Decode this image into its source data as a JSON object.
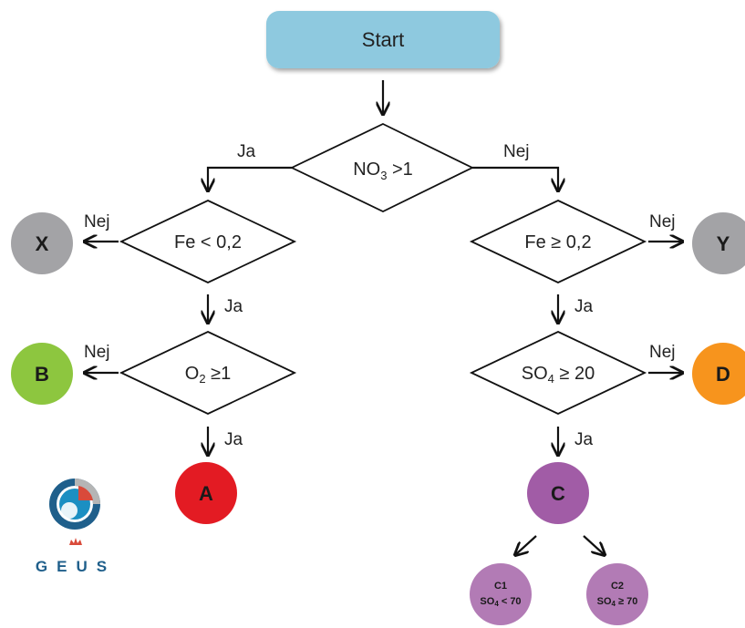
{
  "start": {
    "label": "Start",
    "color": "#8ec9df"
  },
  "decisions": {
    "no3": {
      "text": "NO",
      "sub": "3",
      "tail": " >1"
    },
    "fe_left": {
      "text": "Fe < 0,2"
    },
    "fe_right": {
      "text": "Fe ≥ 0,2"
    },
    "o2": {
      "text": "O",
      "sub": "2",
      "tail": " ≥1"
    },
    "so4": {
      "text": "SO",
      "sub": "4",
      "tail": " ≥ 20"
    }
  },
  "edge_labels": {
    "no3_left": "Ja",
    "no3_right": "Nej",
    "fe_left_no": "Nej",
    "fe_left_yes": "Ja",
    "fe_right_no": "Nej",
    "fe_right_yes": "Ja",
    "o2_no": "Nej",
    "o2_yes": "Ja",
    "so4_no": "Nej",
    "so4_yes": "Ja"
  },
  "outcomes": {
    "x": {
      "label": "X",
      "color": "#a3a3a6"
    },
    "y": {
      "label": "Y",
      "color": "#a3a3a6"
    },
    "b": {
      "label": "B",
      "color": "#8dc63f"
    },
    "d": {
      "label": "D",
      "color": "#f7941d"
    },
    "a": {
      "label": "A",
      "color": "#e31b23"
    },
    "c": {
      "label": "C",
      "color": "#a15ca6"
    },
    "c1": {
      "title": "C1",
      "cond_main": "SO",
      "cond_sub": "4",
      "cond_tail": " < 70",
      "color": "#b27bb5"
    },
    "c2": {
      "title": "C2",
      "cond_main": "SO",
      "cond_sub": "4",
      "cond_tail": " ≥ 70",
      "color": "#b27bb5"
    }
  },
  "logo": {
    "text": "GEUS",
    "colors": {
      "ring": "#1f5f8b",
      "inner": "#1b8fc2",
      "wedge": "#d94a3a",
      "grey": "#b5b5b5",
      "crown": "#d94a3a"
    }
  }
}
